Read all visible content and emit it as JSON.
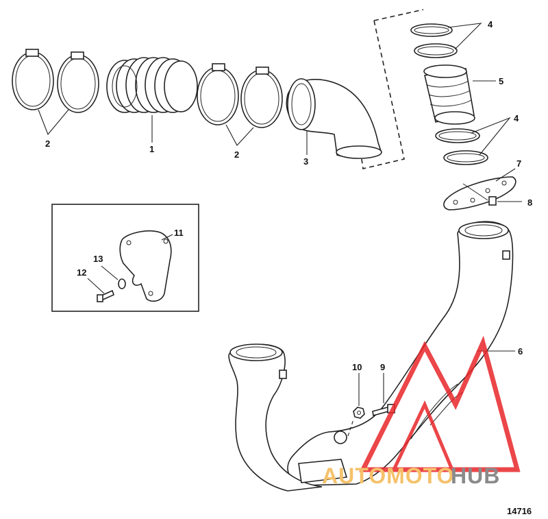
{
  "callouts": {
    "c1": "1",
    "c2a": "2",
    "c2b": "2",
    "c3": "3",
    "c4a": "4",
    "c4b": "4",
    "c5": "5",
    "c6": "6",
    "c7": "7",
    "c8": "8",
    "c9": "9",
    "c10": "10",
    "c11": "11",
    "c12": "12",
    "c13": "13"
  },
  "figure_number": "14716",
  "watermark": {
    "text_a": "AUTOMOTO",
    "text_b": "HUB",
    "color_a": "#f5c16a",
    "color_b": "#8a8a8a",
    "logo_color": "#e8262a"
  }
}
